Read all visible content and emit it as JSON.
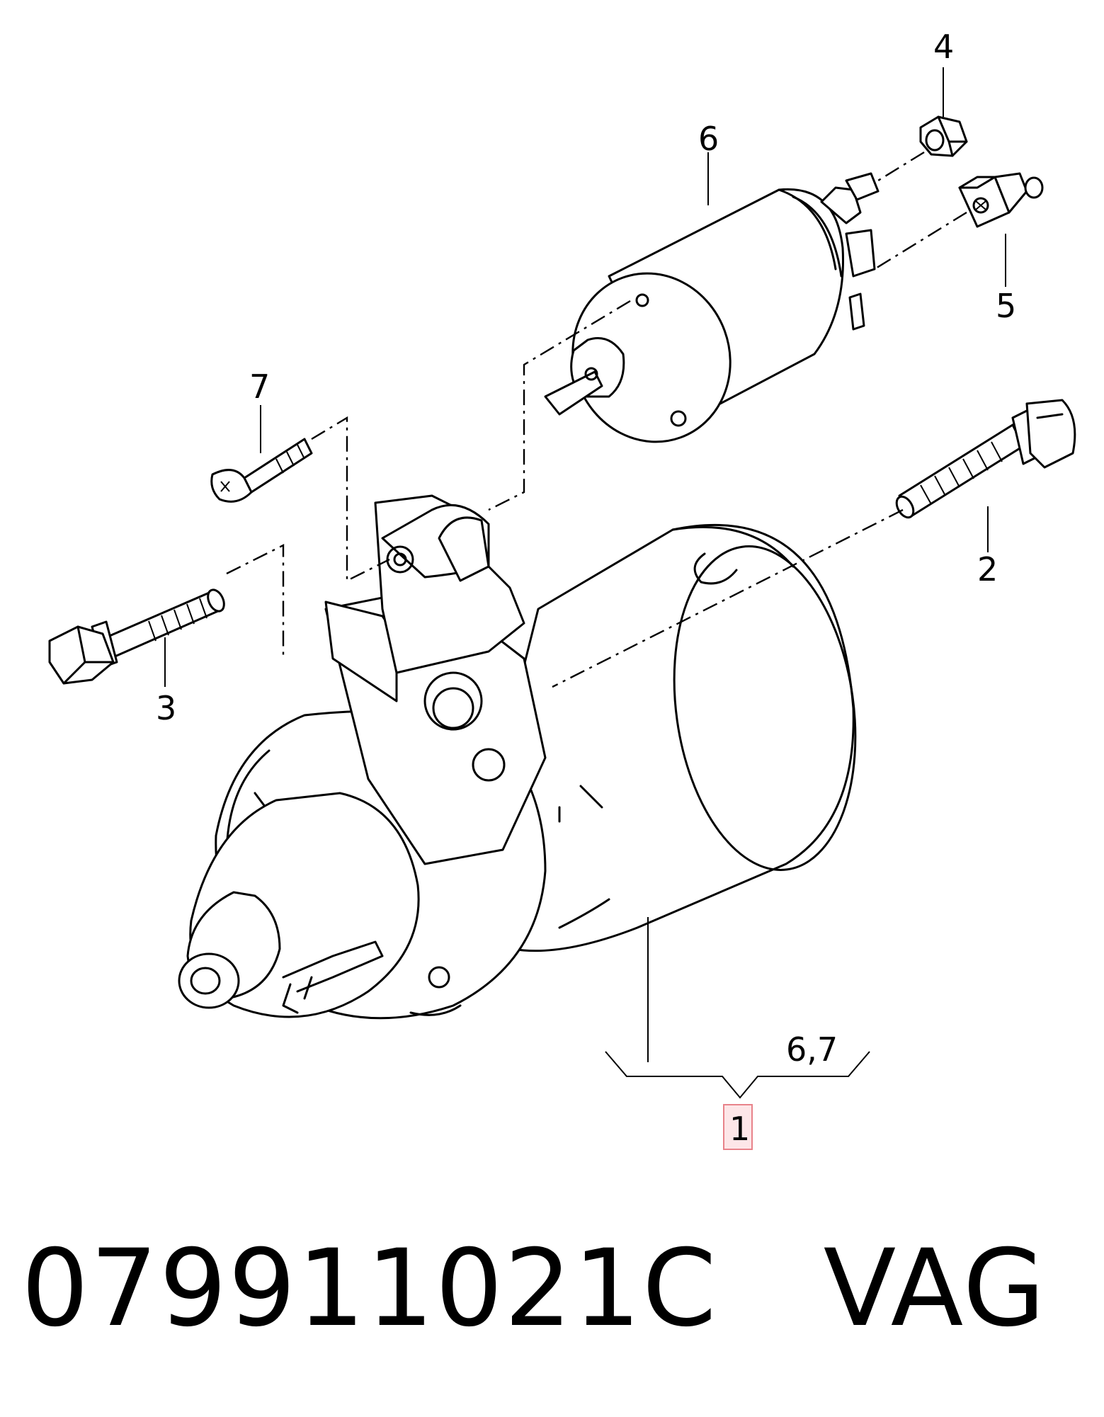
{
  "callouts": {
    "p1": "1",
    "p2": "2",
    "p3": "3",
    "p4": "4",
    "p5": "5",
    "p6": "6",
    "p7": "7",
    "group": "6,7"
  },
  "highlight_color": "#e8838a",
  "highlight_fill": "#fde6e8",
  "part_number": "079911021C",
  "brand": "VAG"
}
